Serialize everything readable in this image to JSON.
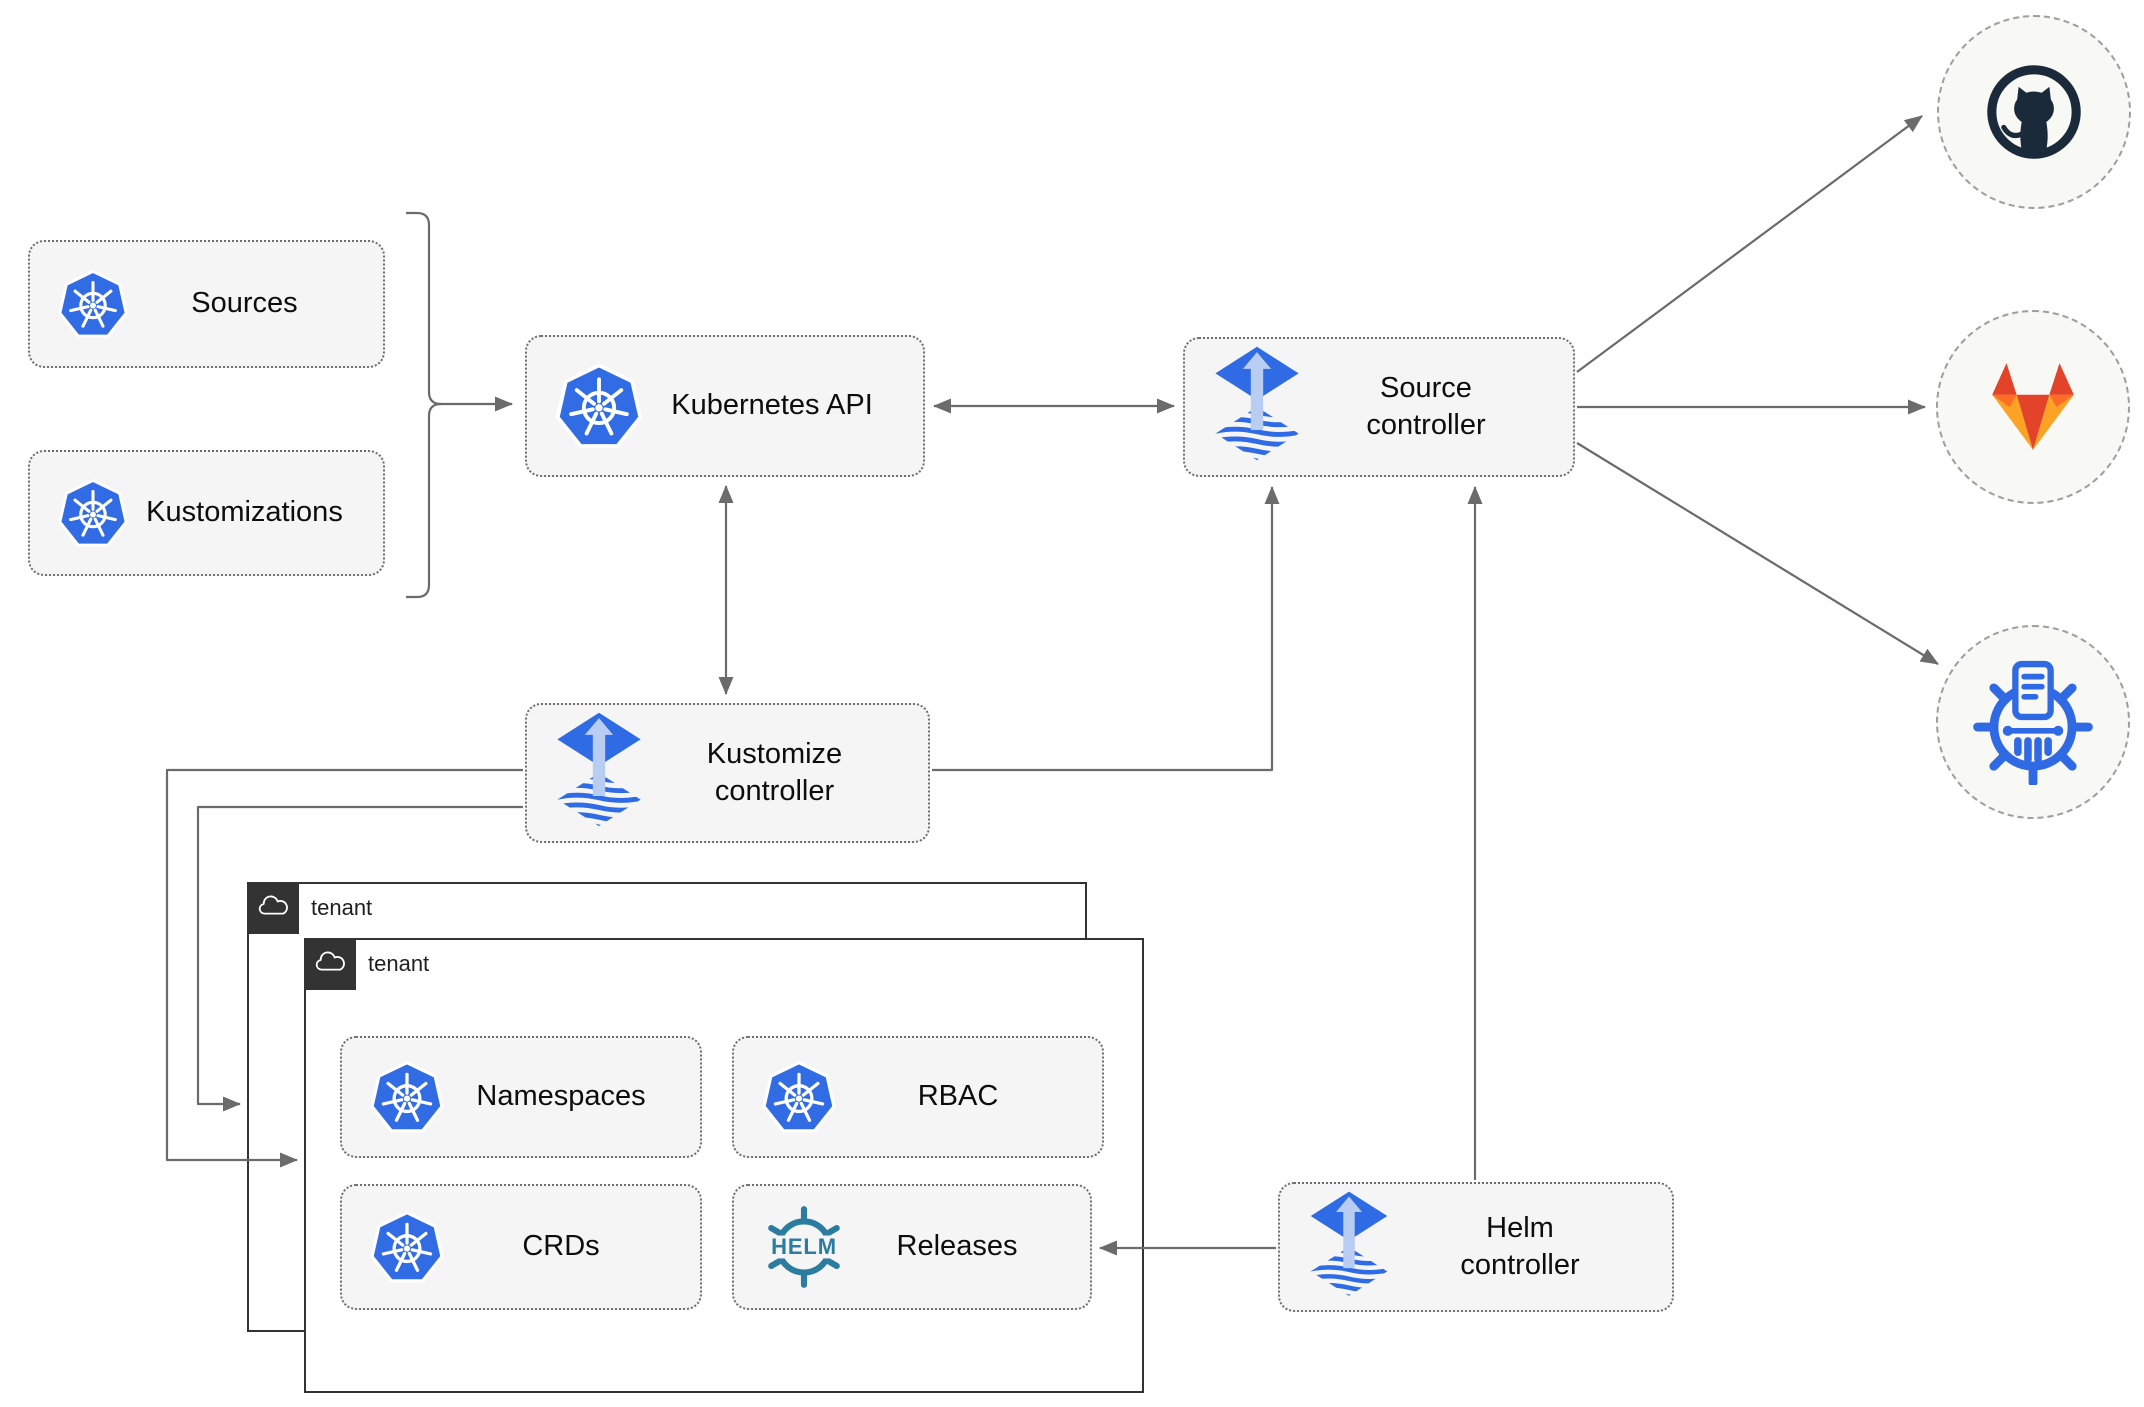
{
  "nodes": {
    "sources": {
      "label": "Sources"
    },
    "kustomizations": {
      "label": "Kustomizations"
    },
    "kubernetes_api": {
      "label": "Kubernetes API"
    },
    "source_controller": {
      "label": "Source\ncontroller"
    },
    "kustomize_controller": {
      "label": "Kustomize\ncontroller"
    },
    "helm_controller": {
      "label": "Helm\ncontroller"
    },
    "tenant_outer": {
      "label": "tenant"
    },
    "tenant_inner": {
      "label": "tenant"
    },
    "namespaces": {
      "label": "Namespaces"
    },
    "rbac": {
      "label": "RBAC"
    },
    "crds": {
      "label": "CRDs"
    },
    "releases": {
      "label": "Releases"
    }
  },
  "icons": {
    "helm_wordmark": "HELM",
    "kubernetes": "kubernetes-wheel",
    "flux": "flux-diamond-arrow",
    "github": "github-octocat",
    "gitlab": "gitlab-tanuki",
    "chartmuseum": "chartmuseum-wheel",
    "cloud": "cloud-outline"
  },
  "edges": [
    {
      "from": "sources+kustomizations",
      "to": "kubernetes_api",
      "bidirectional": false
    },
    {
      "from": "kubernetes_api",
      "to": "source_controller",
      "bidirectional": true
    },
    {
      "from": "kubernetes_api",
      "to": "kustomize_controller",
      "bidirectional": true
    },
    {
      "from": "kustomize_controller",
      "to": "source_controller",
      "bidirectional": false
    },
    {
      "from": "helm_controller",
      "to": "source_controller",
      "bidirectional": false
    },
    {
      "from": "helm_controller",
      "to": "releases",
      "bidirectional": false
    },
    {
      "from": "kustomize_controller",
      "to": "tenant_inner",
      "bidirectional": false
    },
    {
      "from": "kustomize_controller",
      "to": "tenant_outer",
      "bidirectional": false
    },
    {
      "from": "source_controller",
      "to": "github",
      "bidirectional": false
    },
    {
      "from": "source_controller",
      "to": "gitlab",
      "bidirectional": false
    },
    {
      "from": "source_controller",
      "to": "chartmuseum",
      "bidirectional": false
    }
  ],
  "colors": {
    "kubernetes_blue": "#326ce5",
    "flux_blue": "#2f6be4",
    "flux_light": "#b9cdf3",
    "helm_teal": "#2b7c9e",
    "chartmuseum_blue": "#3069e4",
    "github_dark": "#1b2a3a",
    "gitlab_red": "#e24329",
    "gitlab_orange": "#fc6d26",
    "gitlab_amber": "#fca326",
    "line_gray": "#6b6b6b",
    "node_bg": "#f5f5f5",
    "node_border": "#6e6e6e",
    "tenant_border": "#333333",
    "circle_bg": "#f8f8f4",
    "circle_border": "#9e9e9e"
  }
}
